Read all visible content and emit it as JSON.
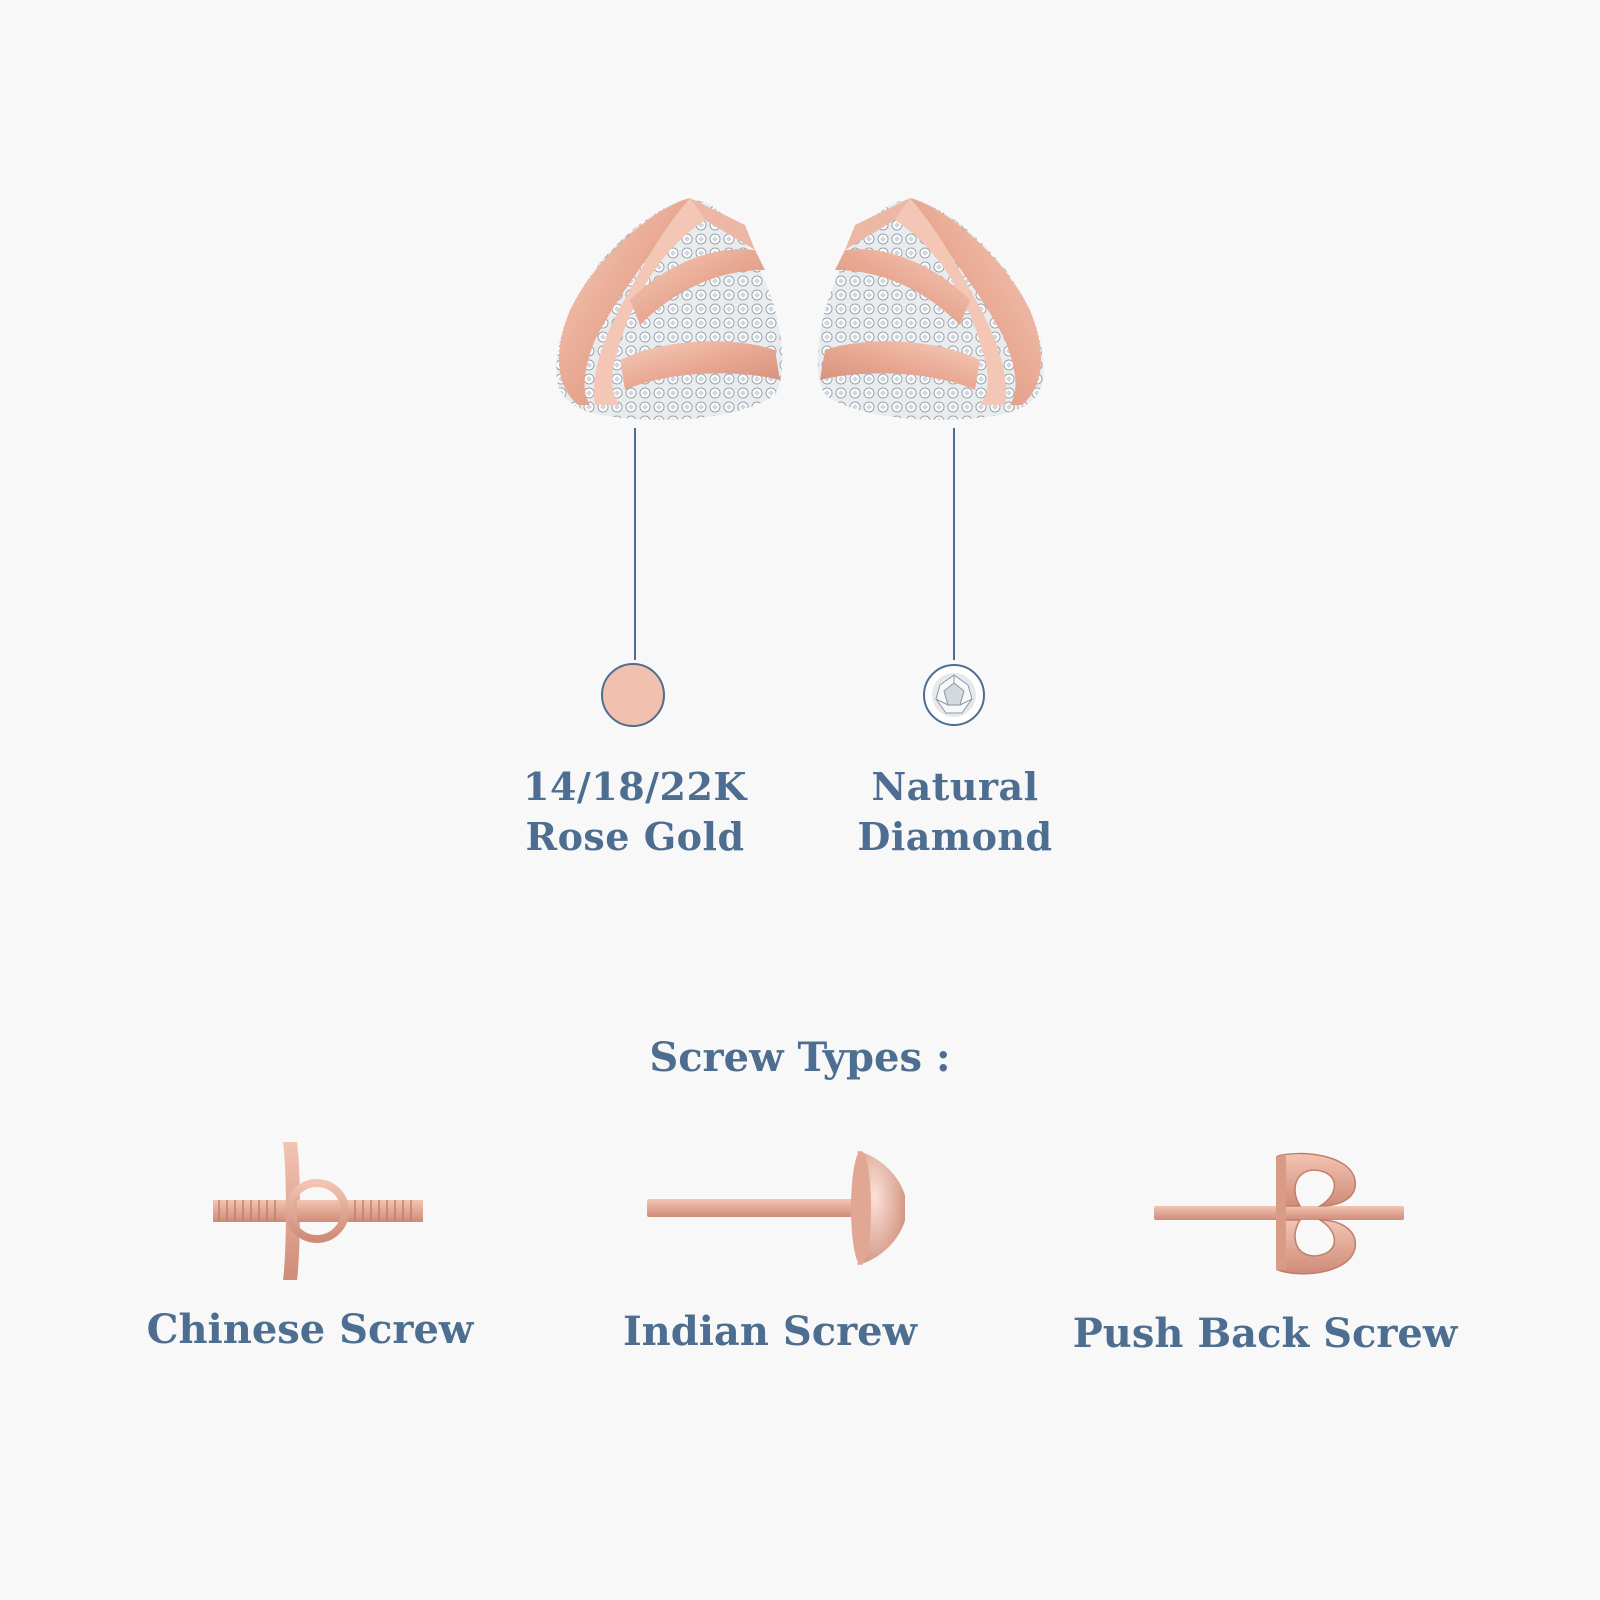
{
  "colors": {
    "background": "#f8f8f8",
    "text": "#4d6e91",
    "rose_gold": "#f2c0ae",
    "metal_dark": "#c98c7c",
    "callout_line": "#4d6e91"
  },
  "product": {
    "earrings_image": "rose-gold-triangle-diamond-stud-earrings"
  },
  "callouts": [
    {
      "icon": "rose-gold-swatch-icon",
      "line1": "14/18/22K",
      "line2": "Rose Gold"
    },
    {
      "icon": "diamond-swatch-icon",
      "line1": "Natural",
      "line2": "Diamond"
    }
  ],
  "screws": {
    "heading": "Screw Types :",
    "items": [
      {
        "icon": "chinese-screw-icon",
        "label": "Chinese Screw"
      },
      {
        "icon": "indian-screw-icon",
        "label": "Indian Screw"
      },
      {
        "icon": "push-back-screw-icon",
        "label": "Push Back Screw"
      }
    ]
  }
}
